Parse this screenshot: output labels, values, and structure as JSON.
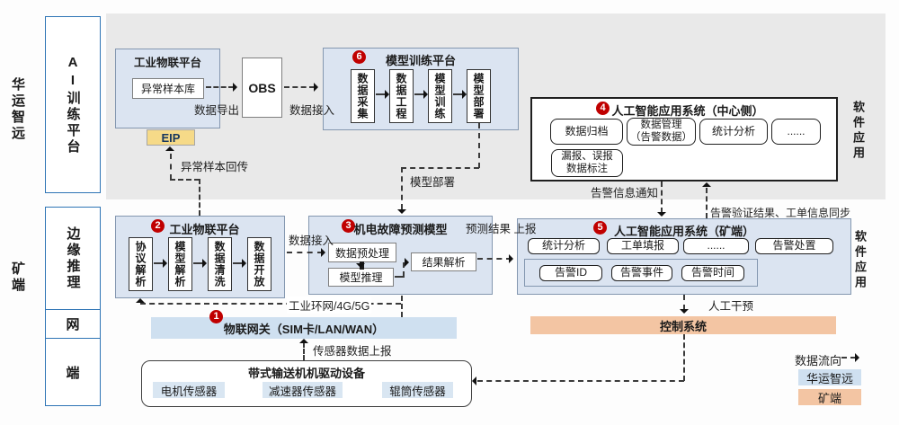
{
  "colors": {
    "panel_blue": "#dbe4f1",
    "bar_blue": "#cfe0f0",
    "chip_blue": "#d9e6f2",
    "orange": "#f3c5a3",
    "badge_red": "#c00000",
    "eip_yellow": "#f6da88",
    "band_gray": "#e9e9e9"
  },
  "rail": {
    "cloud_side": "华运智远",
    "mine_side": "矿端",
    "ai_platform": "AI训练平台",
    "edge_inference": "边缘推理",
    "network": "网",
    "terminal": "端"
  },
  "cloud": {
    "iot_platform": {
      "title": "工业物联平台",
      "sample_store": "异常样本库"
    },
    "obs": "OBS",
    "eip": "EIP",
    "training": {
      "badge": "6",
      "title": "模型训练平台",
      "steps": [
        "数据采集",
        "数据工程",
        "模型训练",
        "模型部署"
      ]
    },
    "app_center": {
      "badge": "4",
      "title": "人工智能应用系统（中心侧）",
      "modules": [
        "数据归档",
        "数据管理\n（告警数据）",
        "统计分析",
        "......",
        "漏报、误报\n数据标注"
      ]
    },
    "software_label": "软件应用"
  },
  "edge": {
    "iot_platform": {
      "badge": "2",
      "title": "工业物联平台",
      "steps": [
        "协议解析",
        "模型解析",
        "数据清洗",
        "数据开放"
      ]
    },
    "fault_model": {
      "badge": "3",
      "title": "机电故障预测模型",
      "preprocess": "数据预处理",
      "inference": "模型推理",
      "parse": "结果解析"
    },
    "app_mine": {
      "badge": "5",
      "title": "人工智能应用系统（矿端）",
      "modules": [
        "统计分析",
        "工单填报",
        "......",
        "告警处置"
      ],
      "alarm_fields": [
        "告警ID",
        "告警事件",
        "告警时间"
      ]
    },
    "software_label": "软件应用"
  },
  "network": {
    "gateway": {
      "badge": "1",
      "title": "物联网关（SIM卡/LAN/WAN）"
    },
    "control_system": "控制系统"
  },
  "device": {
    "title": "带式输送机机驱动设备",
    "sensors": [
      "电机传感器",
      "减速器传感器",
      "辊筒传感器"
    ]
  },
  "flow_labels": {
    "data_export": "数据导出",
    "data_ingest_top": "数据接入",
    "sample_return": "异常样本回传",
    "model_deploy": "模型部署",
    "alarm_notify": "告警信息通知",
    "alarm_sync": "告警验证结果、工单信息同步",
    "predict_report": "预测结果\n上报",
    "data_ingest_mid": "数据接入",
    "industrial_net": "工业环网/4G/5G",
    "sensor_report": "传感器数据上报",
    "manual_intervention": "人工干预"
  },
  "legend": {
    "flow": "数据流向",
    "cloud": "华运智远",
    "mine": "矿端"
  }
}
